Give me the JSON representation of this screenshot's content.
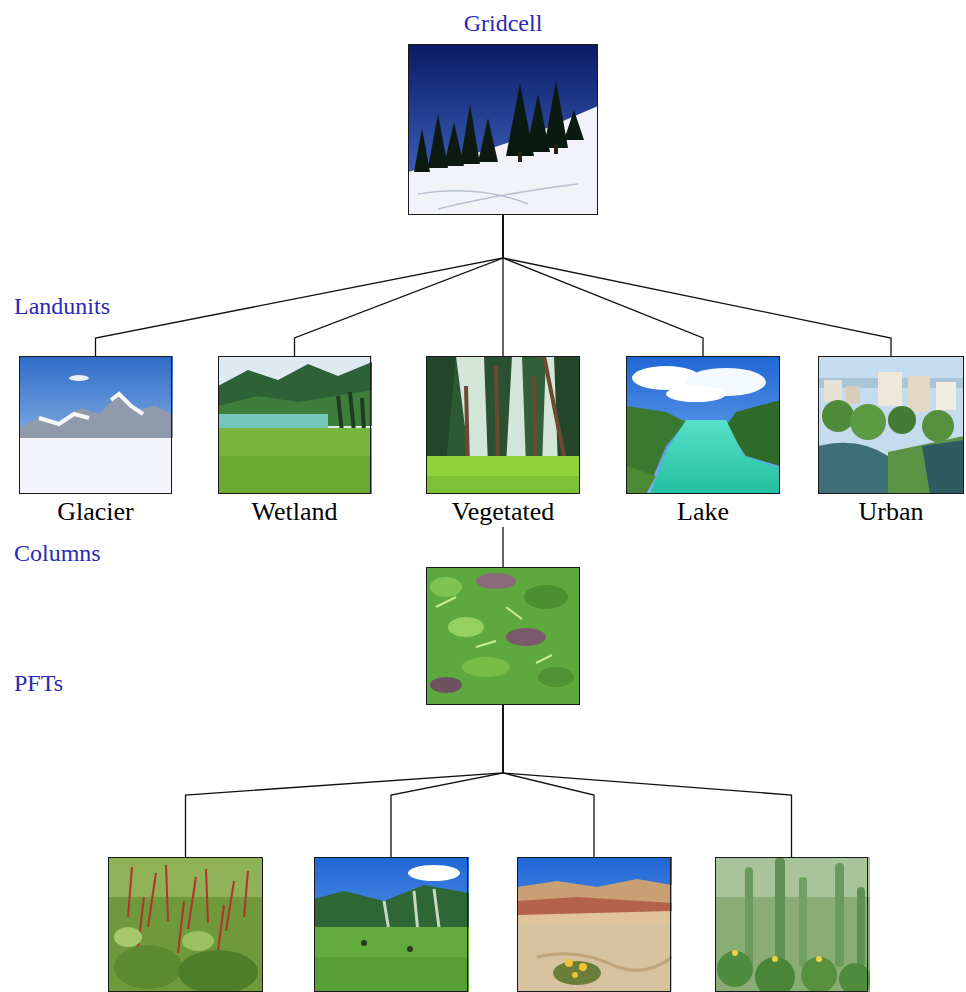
{
  "diagram": {
    "nodes": [
      {
        "text": [
          "Gridcell"
        ]
      },
      {
        "text": [
          "Glacier"
        ]
      },
      {
        "text": [
          "Wetland"
        ]
      },
      {
        "text": [
          "Vegetated"
        ]
      },
      {
        "text": [
          "Lake"
        ]
      },
      {
        "text": [
          "Urban"
        ]
      },
      {
        "text": []
      },
      {
        "text": []
      },
      {
        "text": []
      },
      {
        "text": []
      },
      {
        "text": []
      }
    ],
    "edges": [
      {
        "from": 0,
        "to": 1,
        "arrow": "none"
      },
      {
        "from": 0,
        "to": 2,
        "arrow": "none"
      },
      {
        "from": 0,
        "to": 3,
        "arrow": "none"
      },
      {
        "from": 0,
        "to": 4,
        "arrow": "none"
      },
      {
        "from": 0,
        "to": 5,
        "arrow": "none"
      },
      {
        "from": 3,
        "to": 6,
        "arrow": "none"
      },
      {
        "from": 6,
        "to": 7,
        "arrow": "none"
      },
      {
        "from": 6,
        "to": 8,
        "arrow": "none"
      },
      {
        "from": 6,
        "to": 9,
        "arrow": "none"
      },
      {
        "from": 6,
        "to": 10,
        "arrow": "none"
      }
    ],
    "labels": [
      "Landunits",
      "Columns",
      "PFTs"
    ]
  }
}
